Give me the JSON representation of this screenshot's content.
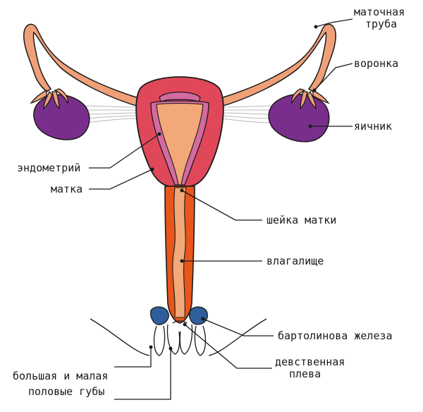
{
  "labels": {
    "fallopian_tube_line1": "маточная",
    "fallopian_tube_line2": "труба",
    "funnel": "воронка",
    "ovary": "яичник",
    "endometrium": "эндометрий",
    "uterus": "матка",
    "cervix": "шейка матки",
    "vagina": "влагалище",
    "bartholin_gland": "бартолинова железа",
    "hymen_line1": "девственная",
    "hymen_line2": "плева",
    "labia_line1": "большая и малая",
    "labia_line2": "половые губы"
  },
  "colors": {
    "uterus_wall": "#e0485a",
    "uterus_stroke": "#1a1a1a",
    "endometrium": "#d46aa0",
    "cavity": "#f2a878",
    "tube": "#f0a078",
    "ovary": "#7a2e8c",
    "ligament": "#cccccc",
    "vagina_wall": "#e8561a",
    "bartholin": "#2e5f9a"
  }
}
